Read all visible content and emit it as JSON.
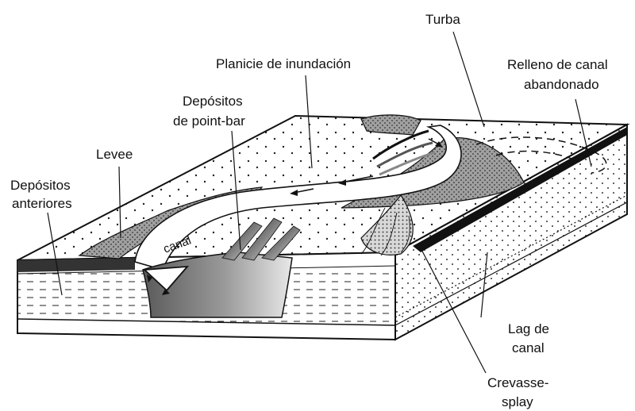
{
  "labels": {
    "turba": "Turba",
    "planicie": "Planicie de inundación",
    "relleno_line1": "Relleno de canal",
    "relleno_line2": "abandonado",
    "pointbar_line1": "Depósitos",
    "pointbar_line2": "de point-bar",
    "levee": "Levee",
    "anteriores_line1": "Depósitos",
    "anteriores_line2": "anteriores",
    "canal": "canal",
    "lag_line1": "Lag de",
    "lag_line2": "canal",
    "crevasse_line1": "Crevasse-",
    "crevasse_line2": "splay"
  },
  "colors": {
    "ink": "#111111",
    "background": "#ffffff",
    "peat_fill": "#8c8c8c",
    "levee_fill": "#a8a8a8",
    "channel_fill": "#ffffff"
  }
}
